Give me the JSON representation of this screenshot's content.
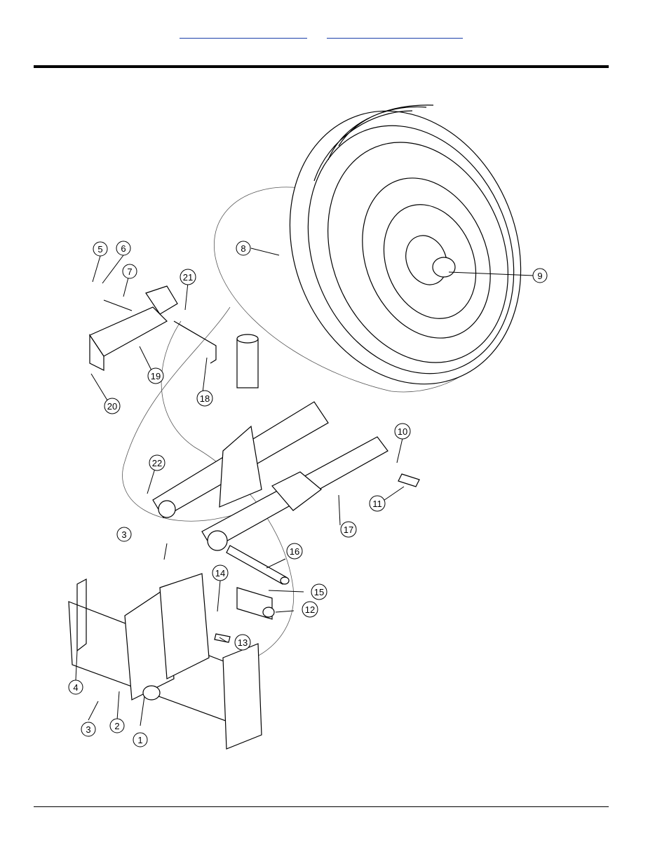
{
  "header": {
    "link_left": "",
    "link_right": ""
  },
  "diagram": {
    "callouts": [
      "1",
      "2",
      "3",
      "3",
      "4",
      "5",
      "6",
      "7",
      "8",
      "9",
      "10",
      "11",
      "12",
      "13",
      "14",
      "15",
      "16",
      "17",
      "18",
      "19",
      "20",
      "21",
      "22"
    ]
  }
}
